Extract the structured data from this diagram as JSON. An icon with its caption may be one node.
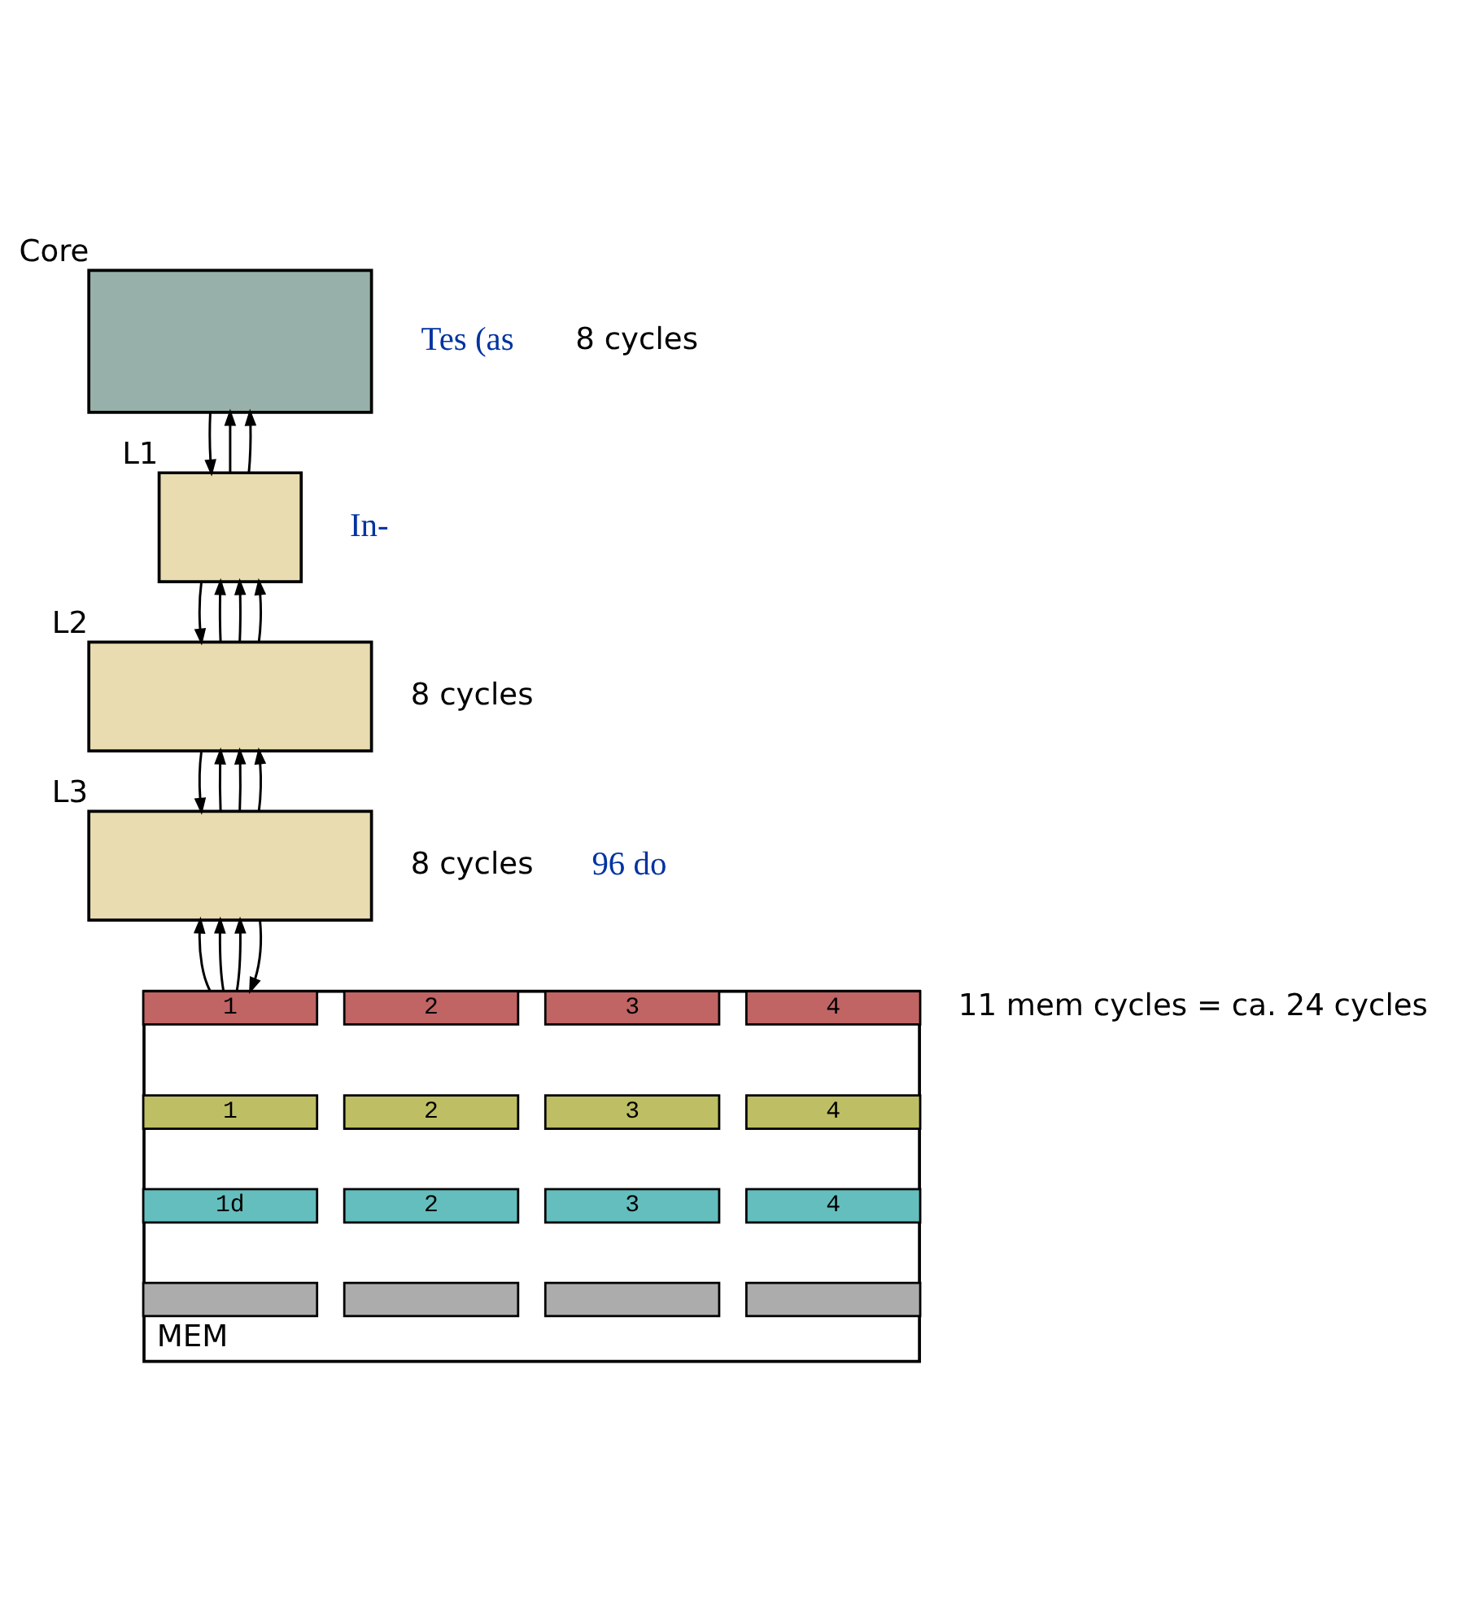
{
  "diagram": {
    "nodes": [
      {
        "text": [],
        "shape": "box",
        "beside": [
          "Core"
        ]
      },
      {
        "text": [],
        "shape": "box",
        "beside": [
          "L1"
        ]
      },
      {
        "text": [],
        "shape": "box",
        "beside": [
          "L2"
        ]
      },
      {
        "text": [],
        "shape": "box",
        "beside": [
          "L3"
        ]
      },
      {
        "text": [],
        "shape": "box",
        "beside": [
          "MEM"
        ]
      },
      {
        "text": [
          "1"
        ],
        "in": 4
      },
      {
        "text": [
          "2"
        ],
        "in": 4
      },
      {
        "text": [
          "3"
        ],
        "in": 4
      },
      {
        "text": [
          "4"
        ],
        "in": 4
      },
      {
        "text": [
          "1"
        ],
        "in": 4
      },
      {
        "text": [
          "2"
        ],
        "in": 4
      },
      {
        "text": [
          "3"
        ],
        "in": 4
      },
      {
        "text": [
          "4"
        ],
        "in": 4
      },
      {
        "text": [
          "1d"
        ],
        "in": 4
      },
      {
        "text": [
          "2"
        ],
        "in": 4
      },
      {
        "text": [
          "3"
        ],
        "in": 4
      },
      {
        "text": [
          "4"
        ],
        "in": 4
      },
      {
        "text": [],
        "shape": "box",
        "in": 4
      },
      {
        "text": [],
        "shape": "box",
        "in": 4
      },
      {
        "text": [],
        "shape": "box",
        "in": 4
      },
      {
        "text": [],
        "shape": "box",
        "in": 4
      }
    ],
    "edges": [
      {
        "from": 1,
        "to": 0,
        "arrow": "to"
      },
      {
        "from": 1,
        "to": 0,
        "arrow": "to"
      },
      {
        "from": 0,
        "to": 1,
        "arrow": "to"
      },
      {
        "from": 2,
        "to": 1,
        "arrow": "to"
      },
      {
        "from": 2,
        "to": 1,
        "arrow": "to"
      },
      {
        "from": 2,
        "to": 1,
        "arrow": "to"
      },
      {
        "from": 1,
        "to": 2,
        "arrow": "to"
      },
      {
        "from": 3,
        "to": 2,
        "arrow": "to"
      },
      {
        "from": 3,
        "to": 2,
        "arrow": "to"
      },
      {
        "from": 3,
        "to": 2,
        "arrow": "to"
      },
      {
        "from": 2,
        "to": 3,
        "arrow": "to"
      },
      {
        "from": 5,
        "to": 3,
        "arrow": "to"
      },
      {
        "from": 5,
        "to": 3,
        "arrow": "to"
      },
      {
        "from": 5,
        "to": 3,
        "arrow": "to"
      },
      {
        "from": 3,
        "to": 5,
        "arrow": "to"
      }
    ],
    "labels": [
      "Tes (as",
      "8 cycles",
      "In-",
      "8 cycles",
      "8 cycles",
      "96 do",
      "11 mem cycles = ca. 24 cycles"
    ]
  }
}
